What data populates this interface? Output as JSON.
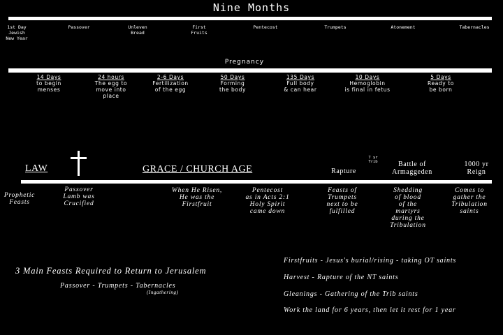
{
  "top": {
    "title": "Nine Months",
    "feasts": [
      "1st Day\nJewish\nNew Year",
      "Passover",
      "Unleven\nBread",
      "First\nFruits",
      "Pentecost",
      "Trumpets",
      "Atonement",
      "Tabernacles"
    ]
  },
  "pregnancy": {
    "title": "Pregnancy",
    "stages": [
      {
        "heading": "14 Days",
        "body": "to begin\nmenses"
      },
      {
        "heading": "24 hours",
        "body": "The egg to\nmove into\nplace"
      },
      {
        "heading": "2-6 Days",
        "body": "Fertilization\nof the egg"
      },
      {
        "heading": "50 Days",
        "body": "Forming\nthe body"
      },
      {
        "heading": "135 Days",
        "body": "Full body\n& can hear"
      },
      {
        "heading": "10 Days",
        "body": "Hemoglobin\nis final in fetus"
      },
      {
        "heading": "5 Days",
        "body": "Ready to\nbe born"
      }
    ]
  },
  "church_timeline": {
    "law": "LAW",
    "cross_symbol": "✝",
    "grace": "GRACE / CHURCH AGE",
    "rapture": "Rapture",
    "trib_note": "7 yr\nTrib",
    "battle": "Battle of\nArmaggeden",
    "reign": "1000 yr\nReign",
    "events": [
      "Prophetic\nFeasts",
      "Passover\nLamb was\nCrucified",
      "When He Risen,\nHe was the\nFirstfruit",
      "Pentecost\nas in Acts 2:1\nHoly Spirit\ncame down",
      "Feasts of\nTrumpets\nnext to be\nfulfilled",
      "Shedding\nof blood\nof the\nmartyrs\nduring the\nTribulation",
      "Comes to\ngather the\nTribulation\nsaints"
    ]
  },
  "bottom": {
    "main_heading": "3 Main Feasts Required to Return to Jerusalem",
    "feasts_line": "Passover - Trumpets - Tabernacles",
    "ingathering": "(Ingathering)",
    "notes": [
      "Firstfruits - Jesus's burial/rising - taking OT saints",
      "Harvest - Rapture of the NT saints",
      "Gleanings - Gathering of the Trib saints",
      "Work the land for 6 years, then let it rest for 1 year"
    ]
  }
}
